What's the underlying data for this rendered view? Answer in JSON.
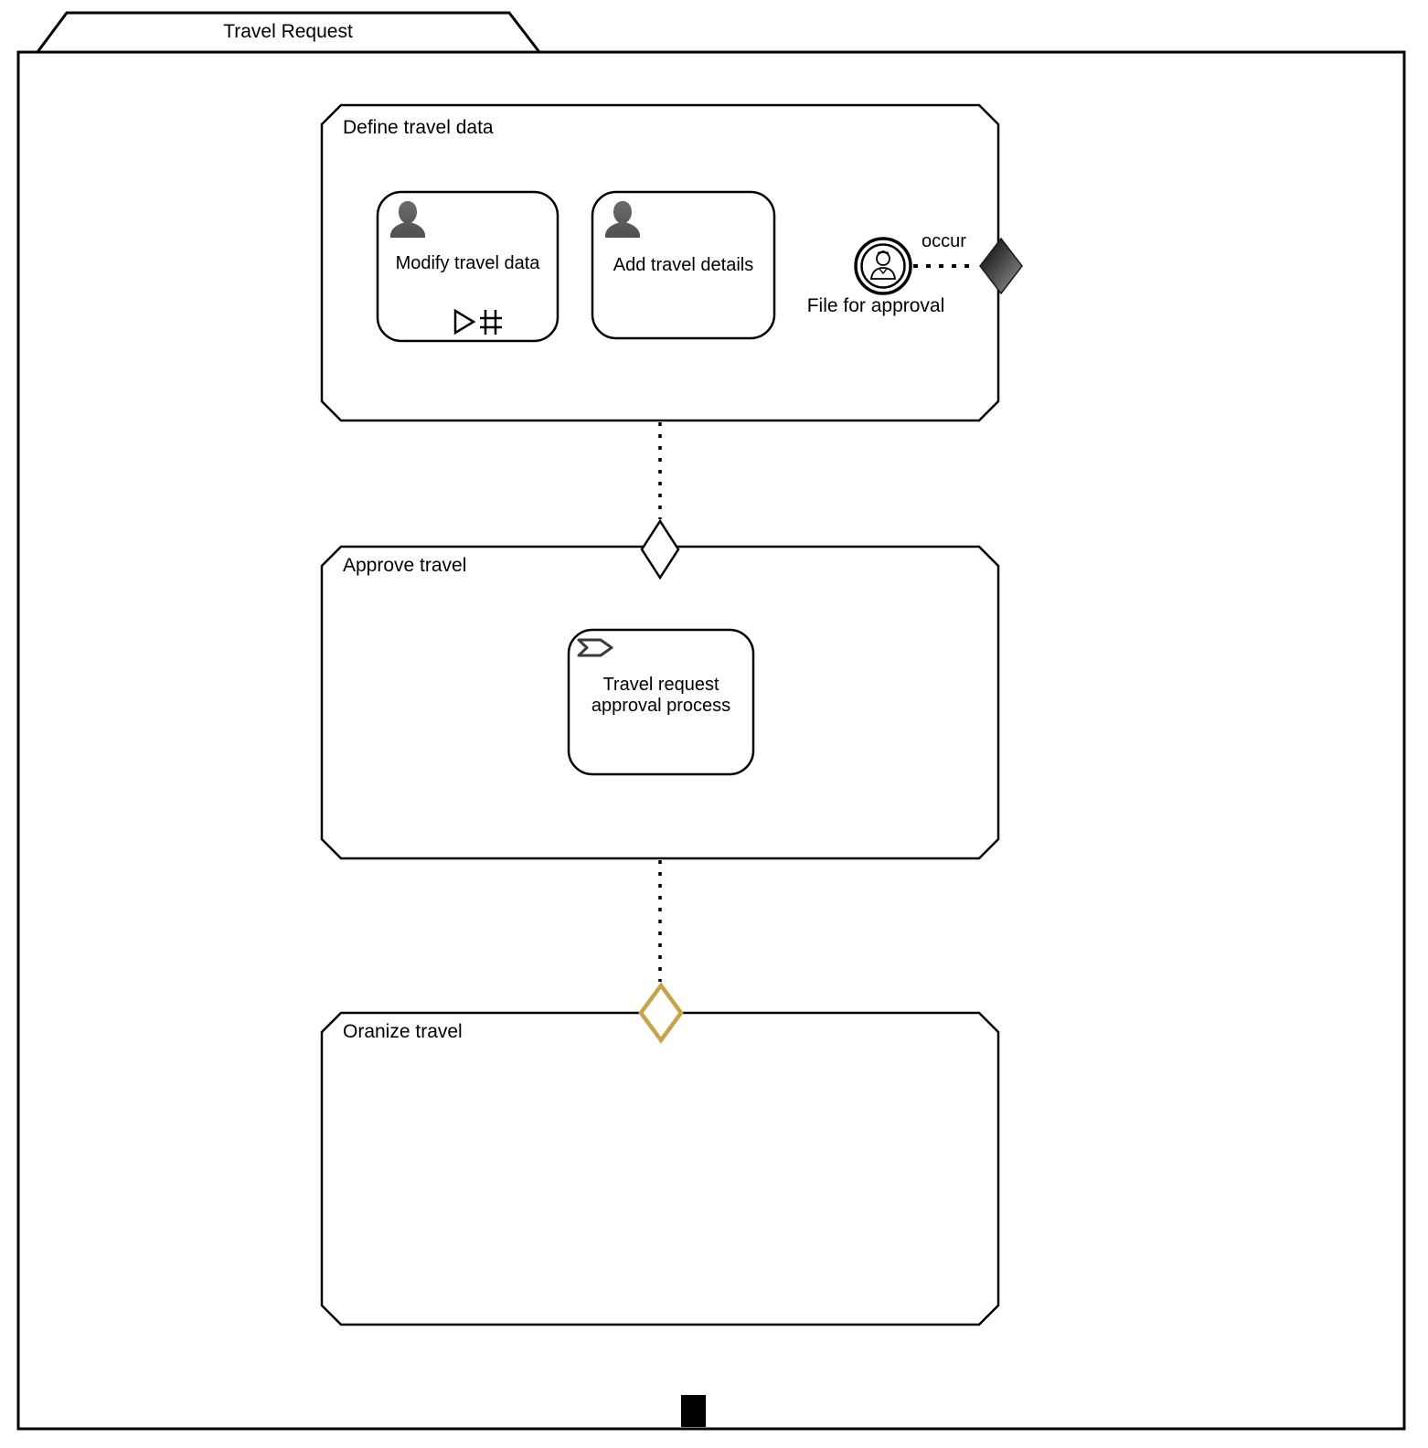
{
  "case": {
    "title": "Travel Request",
    "type": "cmmn-case-plan-model"
  },
  "stages": [
    {
      "label": "Define travel data"
    },
    {
      "label": "Approve travel"
    },
    {
      "label": "Oranize travel"
    }
  ],
  "tasks": [
    {
      "label": "Modify travel data",
      "type": "human-task",
      "icon": "user-icon",
      "markers": [
        "manual-activation-triangle-icon",
        "repetition-hash-icon"
      ]
    },
    {
      "label": "Add travel details",
      "type": "human-task",
      "icon": "user-icon",
      "markers": []
    },
    {
      "label": "Travel request approval process",
      "type": "process-task",
      "icon": "process-chevron-icon",
      "markers": []
    }
  ],
  "event": {
    "label": "File for approval",
    "type": "user-event-listener",
    "icon": "person-event-icon"
  },
  "connectors": [
    {
      "label": "occur",
      "from": "file-for-approval-event",
      "to": "exit-criterion-diamond",
      "style": "dotted"
    },
    {
      "label": "",
      "from": "stage-define-travel-data",
      "to": "entry-criterion-approve-travel",
      "style": "dotted"
    },
    {
      "label": "",
      "from": "stage-approve-travel",
      "to": "entry-criterion-oranize-travel",
      "style": "dotted"
    }
  ],
  "criteria": [
    {
      "name": "exit-criterion-diamond",
      "attached_to": "Define travel data right edge",
      "fill": "dark-gradient"
    },
    {
      "name": "entry-criterion-approve-travel",
      "attached_to": "Approve travel top edge",
      "fill": "#ffffff"
    },
    {
      "name": "entry-criterion-oranize-travel",
      "attached_to": "Oranize travel top edge",
      "fill": "#ffffff",
      "stroke": "#C7A44C"
    }
  ],
  "terminator": {
    "name": "black-square-marker",
    "fill": "#000000"
  },
  "colors": {
    "stroke": "#000000",
    "background": "#ffffff",
    "user_icon_gray": "#5a5a5a",
    "gold_diamond": "#C7A44C",
    "dark_diamond_start": "#000000",
    "dark_diamond_end": "#999999"
  }
}
